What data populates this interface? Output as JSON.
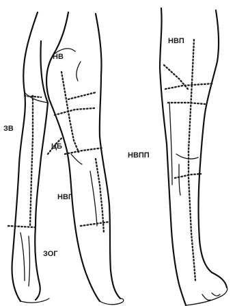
{
  "labels": {
    "nv": "НВ",
    "zv": "ЗВ",
    "cb": "ЦБ",
    "nvg": "НВГ",
    "zog": "ЗОГ",
    "nvp": "НВП",
    "nvpp": "НВПП"
  },
  "colors": {
    "ink": "#111111",
    "background": "#ffffff"
  }
}
